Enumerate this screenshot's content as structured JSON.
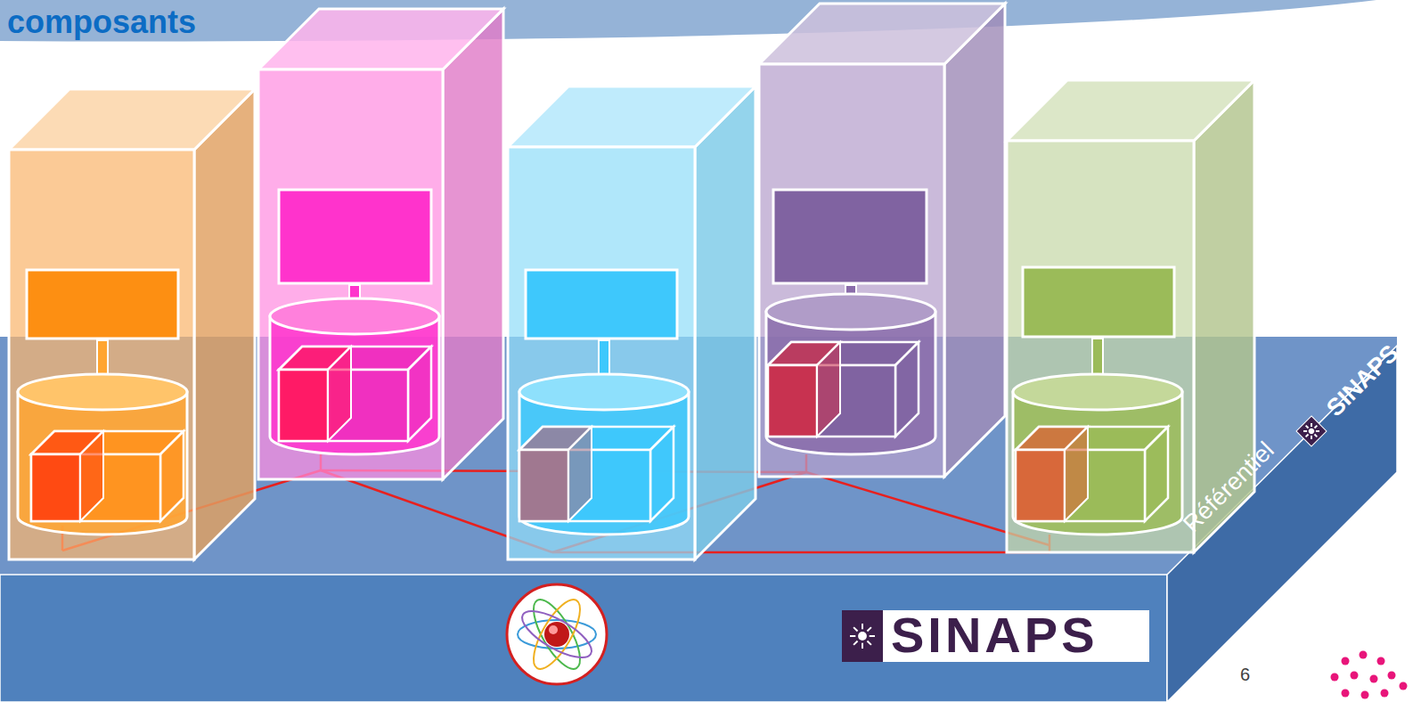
{
  "diagram": {
    "title": "composants",
    "labels": [
      "Référentiel",
      "SINAPS",
      "SINAPS",
      "6"
    ]
  }
}
